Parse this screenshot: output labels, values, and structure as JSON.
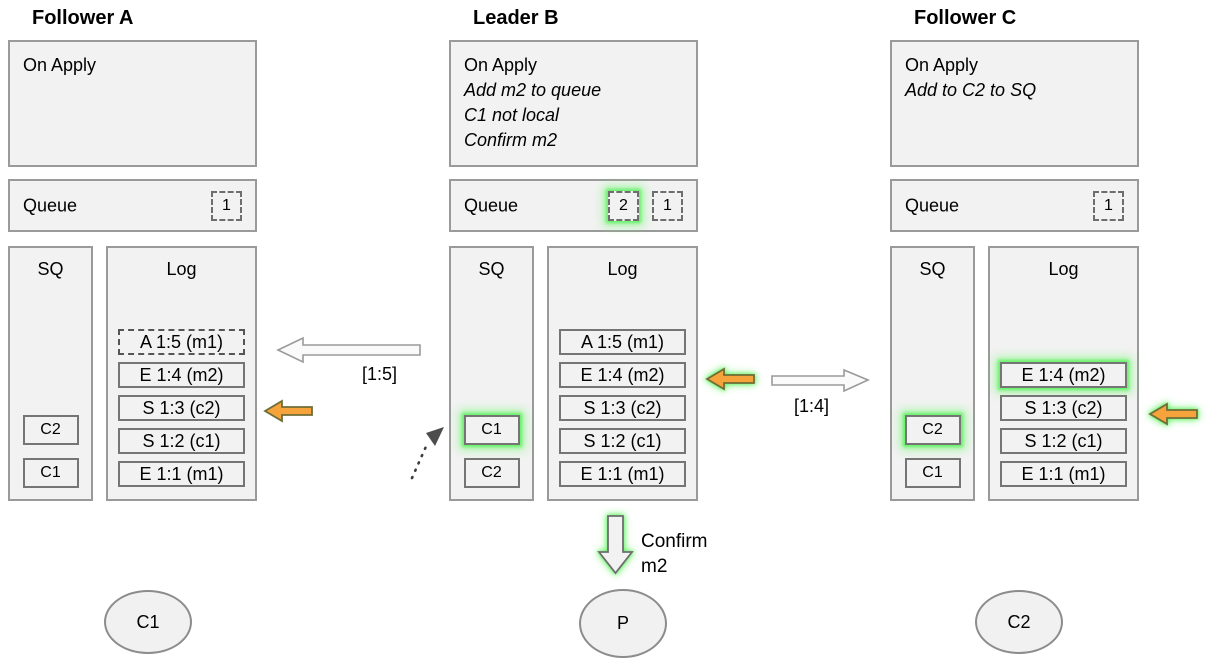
{
  "colors": {
    "box_fill": "#f2f2f2",
    "outer_border": "#9a9a9a",
    "inner_border": "#757575",
    "orange_arrow_fill": "#f6a33c",
    "highlight_green": "#5ef05e"
  },
  "columns": [
    {
      "title": "Follower A",
      "on_apply": {
        "label": "On Apply",
        "notes": []
      },
      "queue": {
        "label": "Queue",
        "items": [
          {
            "value": "1",
            "highlight": false
          }
        ]
      },
      "sq": {
        "label": "SQ",
        "items": [
          {
            "value": "C2",
            "highlight": false
          },
          {
            "value": "C1",
            "highlight": false
          }
        ]
      },
      "log": {
        "label": "Log",
        "entries": [
          {
            "text": "A 1:5 (m1)",
            "dashed": true,
            "highlight": false
          },
          {
            "text": "E 1:4 (m2)",
            "dashed": false,
            "highlight": false
          },
          {
            "text": "S 1:3 (c2)",
            "dashed": false,
            "highlight": false
          },
          {
            "text": "S 1:2 (c1)",
            "dashed": false,
            "highlight": false
          },
          {
            "text": "E 1:1 (m1)",
            "dashed": false,
            "highlight": false
          }
        ]
      },
      "client": "C1"
    },
    {
      "title": "Leader B",
      "on_apply": {
        "label": "On Apply",
        "notes": [
          "Add m2 to queue",
          "C1 not local",
          "Confirm m2"
        ]
      },
      "queue": {
        "label": "Queue",
        "items": [
          {
            "value": "2",
            "highlight": true
          },
          {
            "value": "1",
            "highlight": false
          }
        ]
      },
      "sq": {
        "label": "SQ",
        "items": [
          {
            "value": "C1",
            "highlight": true
          },
          {
            "value": "C2",
            "highlight": false
          }
        ]
      },
      "log": {
        "label": "Log",
        "entries": [
          {
            "text": "A 1:5 (m1)",
            "dashed": false,
            "highlight": false
          },
          {
            "text": "E 1:4 (m2)",
            "dashed": false,
            "highlight": false
          },
          {
            "text": "S 1:3 (c2)",
            "dashed": false,
            "highlight": false
          },
          {
            "text": "S 1:2 (c1)",
            "dashed": false,
            "highlight": false
          },
          {
            "text": "E 1:1 (m1)",
            "dashed": false,
            "highlight": false
          }
        ]
      },
      "client": "P"
    },
    {
      "title": "Follower C",
      "on_apply": {
        "label": "On Apply",
        "notes": [
          "Add to C2 to SQ"
        ]
      },
      "queue": {
        "label": "Queue",
        "items": [
          {
            "value": "1",
            "highlight": false
          }
        ]
      },
      "sq": {
        "label": "SQ",
        "items": [
          {
            "value": "C2",
            "highlight": true
          },
          {
            "value": "C1",
            "highlight": false
          }
        ]
      },
      "log": {
        "label": "Log",
        "entries": [
          {
            "text": "E 1:4 (m2)",
            "dashed": false,
            "highlight": true
          },
          {
            "text": "S 1:3 (c2)",
            "dashed": false,
            "highlight": false
          },
          {
            "text": "S 1:2 (c1)",
            "dashed": false,
            "highlight": false
          },
          {
            "text": "E 1:1 (m1)",
            "dashed": false,
            "highlight": false
          }
        ]
      },
      "client": "C2"
    }
  ],
  "arrows": {
    "replicate_to_a": {
      "label": "[1:5]",
      "highlight": false
    },
    "replicate_to_c": {
      "label": "[1:4]",
      "highlight": false
    },
    "apply_pointer_a": {
      "highlight": false
    },
    "apply_pointer_b": {
      "highlight": true
    },
    "apply_pointer_c": {
      "highlight": true
    },
    "confirm": {
      "line1": "Confirm",
      "line2": "m2",
      "highlight": true
    },
    "insert_c1_dotted": {
      "highlight": false
    }
  }
}
